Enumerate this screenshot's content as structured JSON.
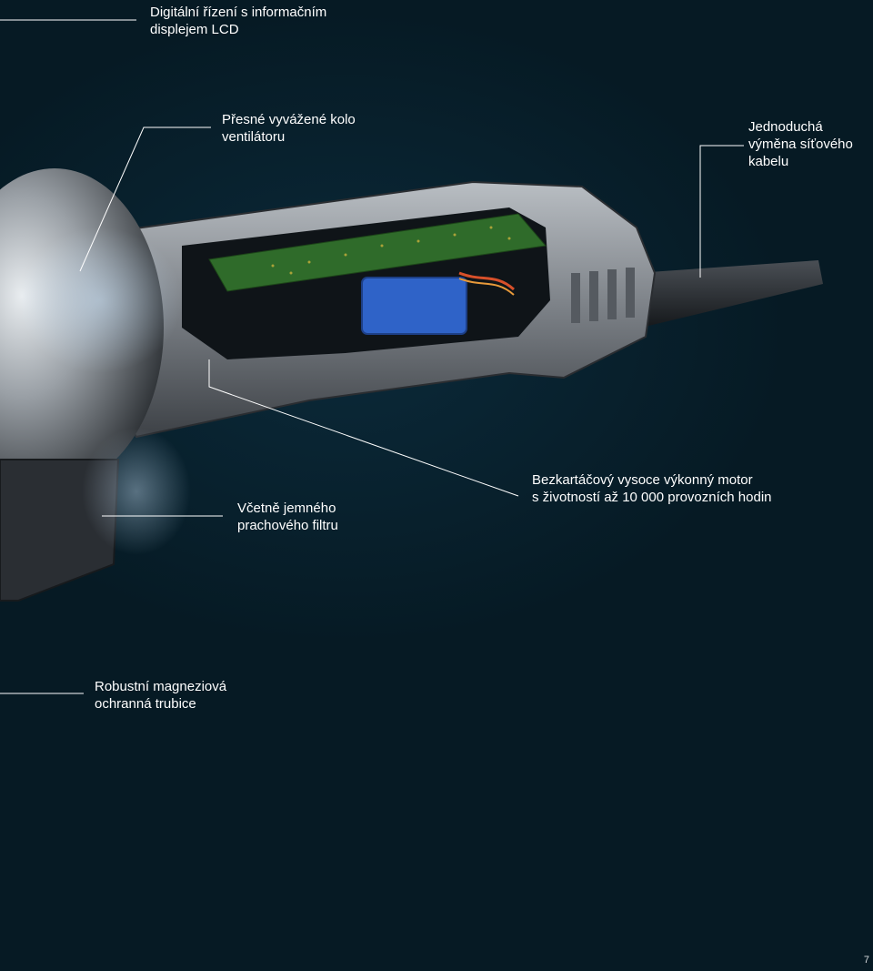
{
  "callouts": {
    "lcd": "Digitální řízení s informačním\ndisplejem LCD",
    "fan": "Přesné vyvážené kolo\nventilátoru",
    "cable": "Jednoduchá\nvýměna síťového\nkabelu",
    "filter": "Včetně jemného\nprachového filtru",
    "motor": "Bezkartáčový vysoce výkonný motor\ns životností až 10 000 provozních hodin",
    "tube": "Robustní magneziová\nochranná trubice"
  },
  "page_number": "7",
  "colors": {
    "background": "#061a24",
    "housing": "#8a8f95",
    "pcb": "#2f6b2a",
    "capacitor": "#2f63c8",
    "leader_line": "#ffffff"
  }
}
